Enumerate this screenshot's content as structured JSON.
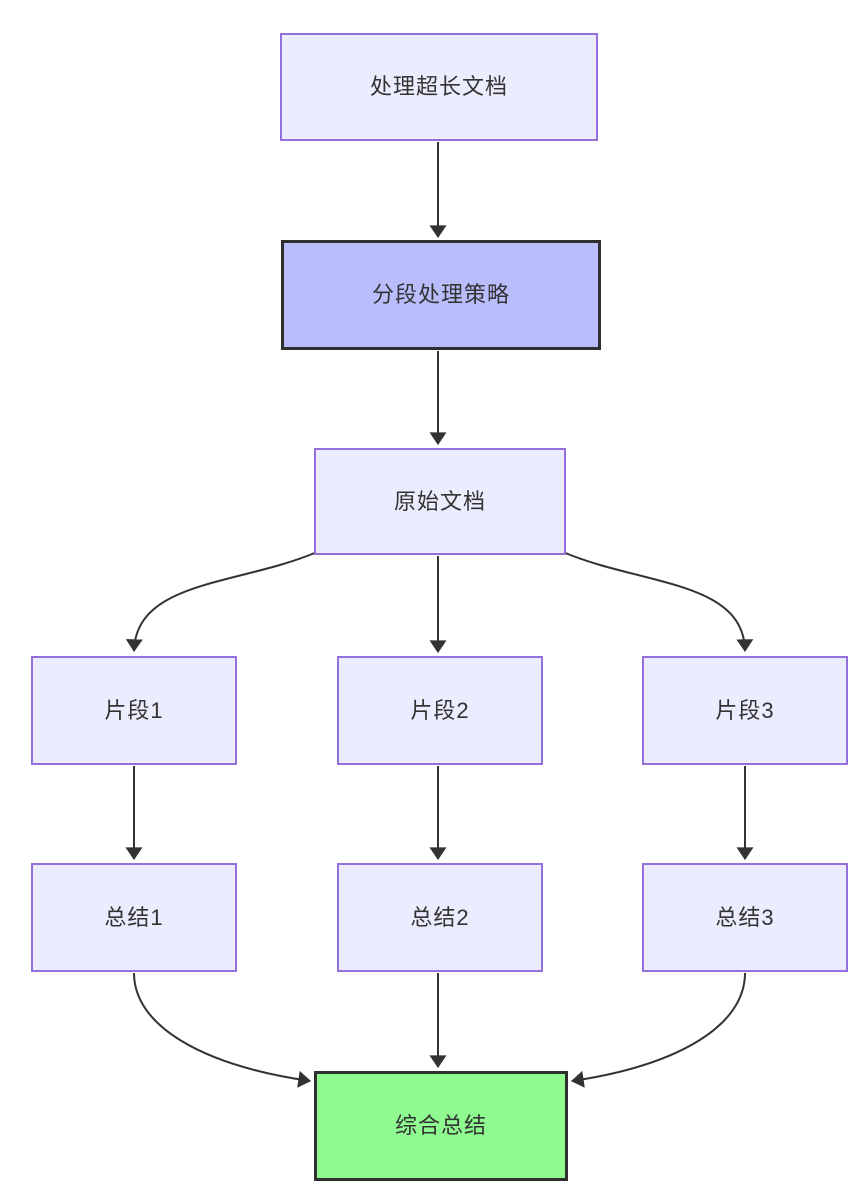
{
  "diagram": {
    "type": "flowchart",
    "direction": "top-down",
    "nodes": [
      {
        "id": "A",
        "label": "处理超长文档",
        "style": "default"
      },
      {
        "id": "B",
        "label": "分段处理策略",
        "style": "emphasis"
      },
      {
        "id": "C",
        "label": "原始文档",
        "style": "default"
      },
      {
        "id": "P1",
        "label": "片段1",
        "style": "default"
      },
      {
        "id": "P2",
        "label": "片段2",
        "style": "default"
      },
      {
        "id": "P3",
        "label": "片段3",
        "style": "default"
      },
      {
        "id": "S1",
        "label": "总结1",
        "style": "default"
      },
      {
        "id": "S2",
        "label": "总结2",
        "style": "default"
      },
      {
        "id": "S3",
        "label": "总结3",
        "style": "default"
      },
      {
        "id": "D",
        "label": "综合总结",
        "style": "result"
      }
    ],
    "edges": [
      {
        "from": "A",
        "to": "B",
        "arrow": true
      },
      {
        "from": "B",
        "to": "C",
        "arrow": true
      },
      {
        "from": "C",
        "to": "P1",
        "arrow": true
      },
      {
        "from": "C",
        "to": "P2",
        "arrow": true
      },
      {
        "from": "C",
        "to": "P3",
        "arrow": true
      },
      {
        "from": "P1",
        "to": "S1",
        "arrow": true
      },
      {
        "from": "P2",
        "to": "S2",
        "arrow": true
      },
      {
        "from": "P3",
        "to": "S3",
        "arrow": true
      },
      {
        "from": "S1",
        "to": "D",
        "arrow": true
      },
      {
        "from": "S2",
        "to": "D",
        "arrow": true
      },
      {
        "from": "S3",
        "to": "D",
        "arrow": true
      }
    ],
    "colors": {
      "background": "#FFFFFF",
      "node_fill": "#ECECFF",
      "node_border": "#9370DB",
      "emphasis_fill": "#B9BDFC",
      "emphasis_border": "#2F2F2F",
      "result_fill": "#8FFA8F",
      "result_border": "#2F2F2F",
      "edge_color": "#333333",
      "text_color": "#333333"
    }
  }
}
